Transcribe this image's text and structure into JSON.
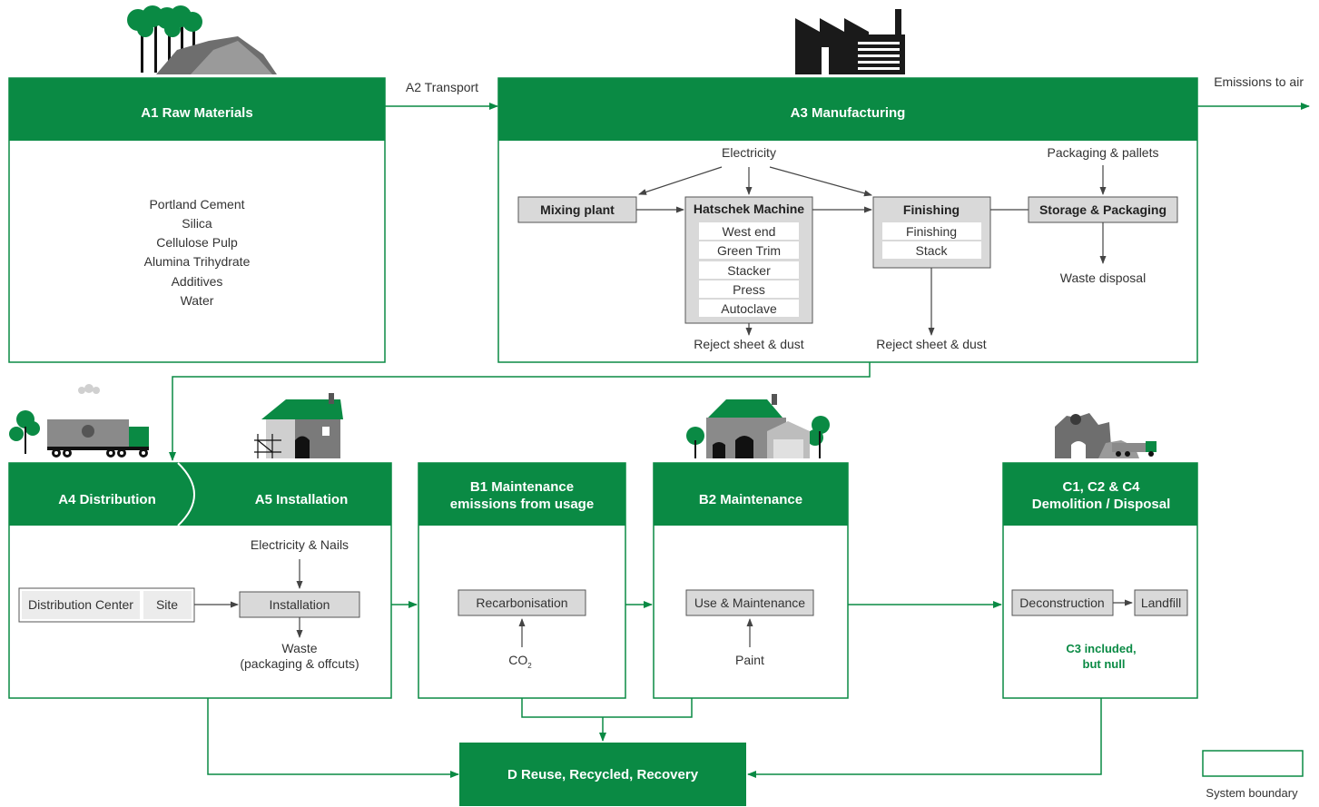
{
  "colors": {
    "green": "#0a8a44",
    "box_grey": "#d9d9d9",
    "box_border": "#555555",
    "text": "#333333"
  },
  "stages": {
    "a1": {
      "title": "A1 Raw Materials",
      "materials": [
        "Portland Cement",
        "Silica",
        "Cellulose Pulp",
        "Alumina Trihydrate",
        "Additives",
        "Water"
      ]
    },
    "a2": {
      "label": "A2 Transport"
    },
    "a3": {
      "title": "A3 Manufacturing",
      "electricity": "Electricity",
      "packaging_input": "Packaging & pallets",
      "mixing": "Mixing plant",
      "hatschek": {
        "title": "Hatschek Machine",
        "items": [
          "West end",
          "Green Trim",
          "Stacker",
          "Press",
          "Autoclave"
        ]
      },
      "finishing": {
        "title": "Finishing",
        "items": [
          "Finishing",
          "Stack"
        ]
      },
      "storage": "Storage & Packaging",
      "waste": "Waste disposal",
      "reject": "Reject sheet & dust"
    },
    "emissions": "Emissions to air",
    "a4": {
      "title": "A4 Distribution",
      "dc": "Distribution Center",
      "site": "Site"
    },
    "a5": {
      "title": "A5 Installation",
      "input": "Electricity & Nails",
      "box": "Installation",
      "waste_line1": "Waste",
      "waste_line2": "(packaging & offcuts)"
    },
    "b1": {
      "title_line1": "B1 Maintenance",
      "title_line2": "emissions from usage",
      "box": "Recarbonisation",
      "input": "CO",
      "input_sub": "2"
    },
    "b2": {
      "title": "B2 Maintenance",
      "box": "Use & Maintenance",
      "input": "Paint"
    },
    "c": {
      "title_line1": "C1, C2 & C4",
      "title_line2": "Demolition / Disposal",
      "deconstruction": "Deconstruction",
      "landfill": "Landfill",
      "note_line1": "C3 included,",
      "note_line2": "but null"
    },
    "d": {
      "title": "D Reuse, Recycled, Recovery"
    }
  },
  "legend": {
    "label": "System boundary"
  },
  "icons": [
    "trees-icon",
    "rock-pile-icon",
    "factory-icon",
    "truck-icon",
    "construction-house-icon",
    "houses-icon",
    "demolition-icon"
  ]
}
